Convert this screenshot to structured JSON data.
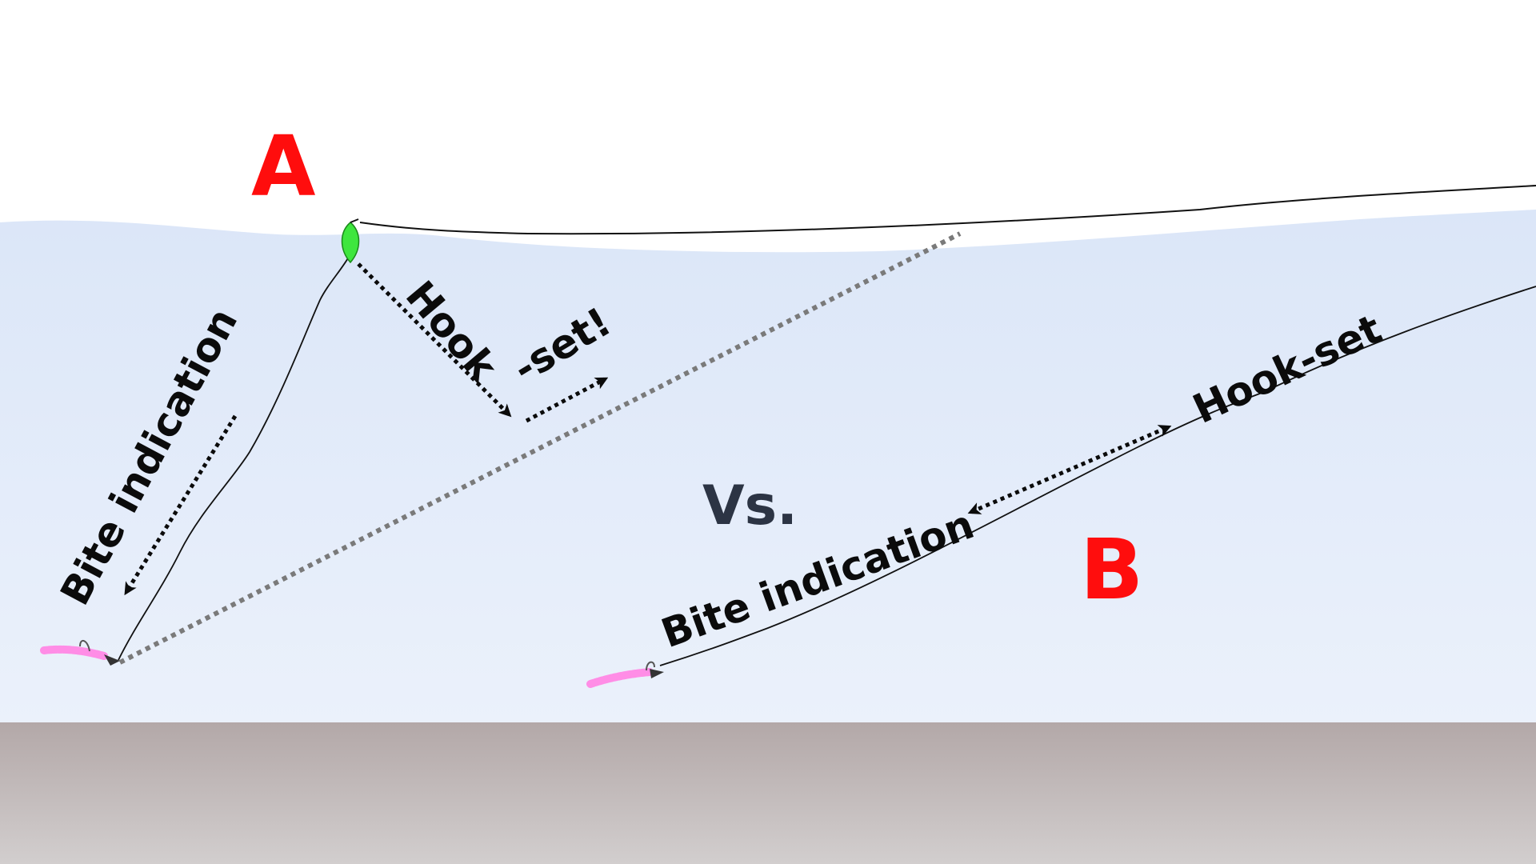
{
  "labels": {
    "a": "A",
    "b": "B",
    "vs": "Vs.",
    "a_bite": "Bite indication",
    "a_hook": "Hook",
    "a_set": "-set!",
    "b_bite": "Bite indication",
    "b_hookset": "Hook-set"
  },
  "colors": {
    "sky": "#ffffff",
    "water_top": "#dde7f8",
    "water_bottom": "#eaf0fb",
    "bottom_top": "#b4a9a9",
    "bottom_bottom": "#d0cccc",
    "label_red": "#ff0d0d",
    "label_dark": "#2c3444",
    "float_green": "#3ee63e",
    "lure_pink": "#ff8de6",
    "dotted_gray": "#7a7a7a"
  }
}
